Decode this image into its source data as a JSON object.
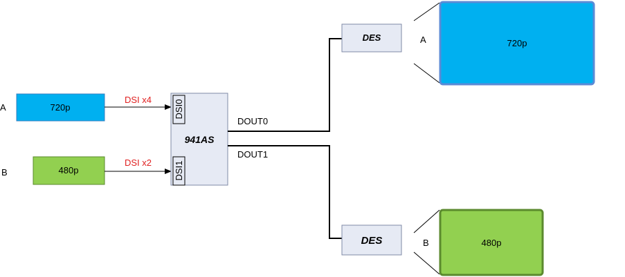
{
  "colors": {
    "blue": "#00b0f0",
    "blue_border": "#5b8bd6",
    "green": "#92d050",
    "green_border": "#5b8a2e",
    "chip_fill": "#e6eaf4",
    "chip_border": "#7f8aa6",
    "red_text": "#e02020"
  },
  "inputs": {
    "a_label": "A",
    "a_box": "720p",
    "a_link": "DSI x4",
    "b_label": "B",
    "b_box": "480p",
    "b_link": "DSI x2"
  },
  "serializer": {
    "name": "941AS",
    "port0": "DSI0",
    "port1": "DSI1",
    "out0": "DOUT0",
    "out1": "DOUT1"
  },
  "deserializers": {
    "top": "DES",
    "bottom": "DES"
  },
  "displays": {
    "a_label": "A",
    "a_screen": "720p",
    "b_label": "B",
    "b_screen": "480p"
  }
}
